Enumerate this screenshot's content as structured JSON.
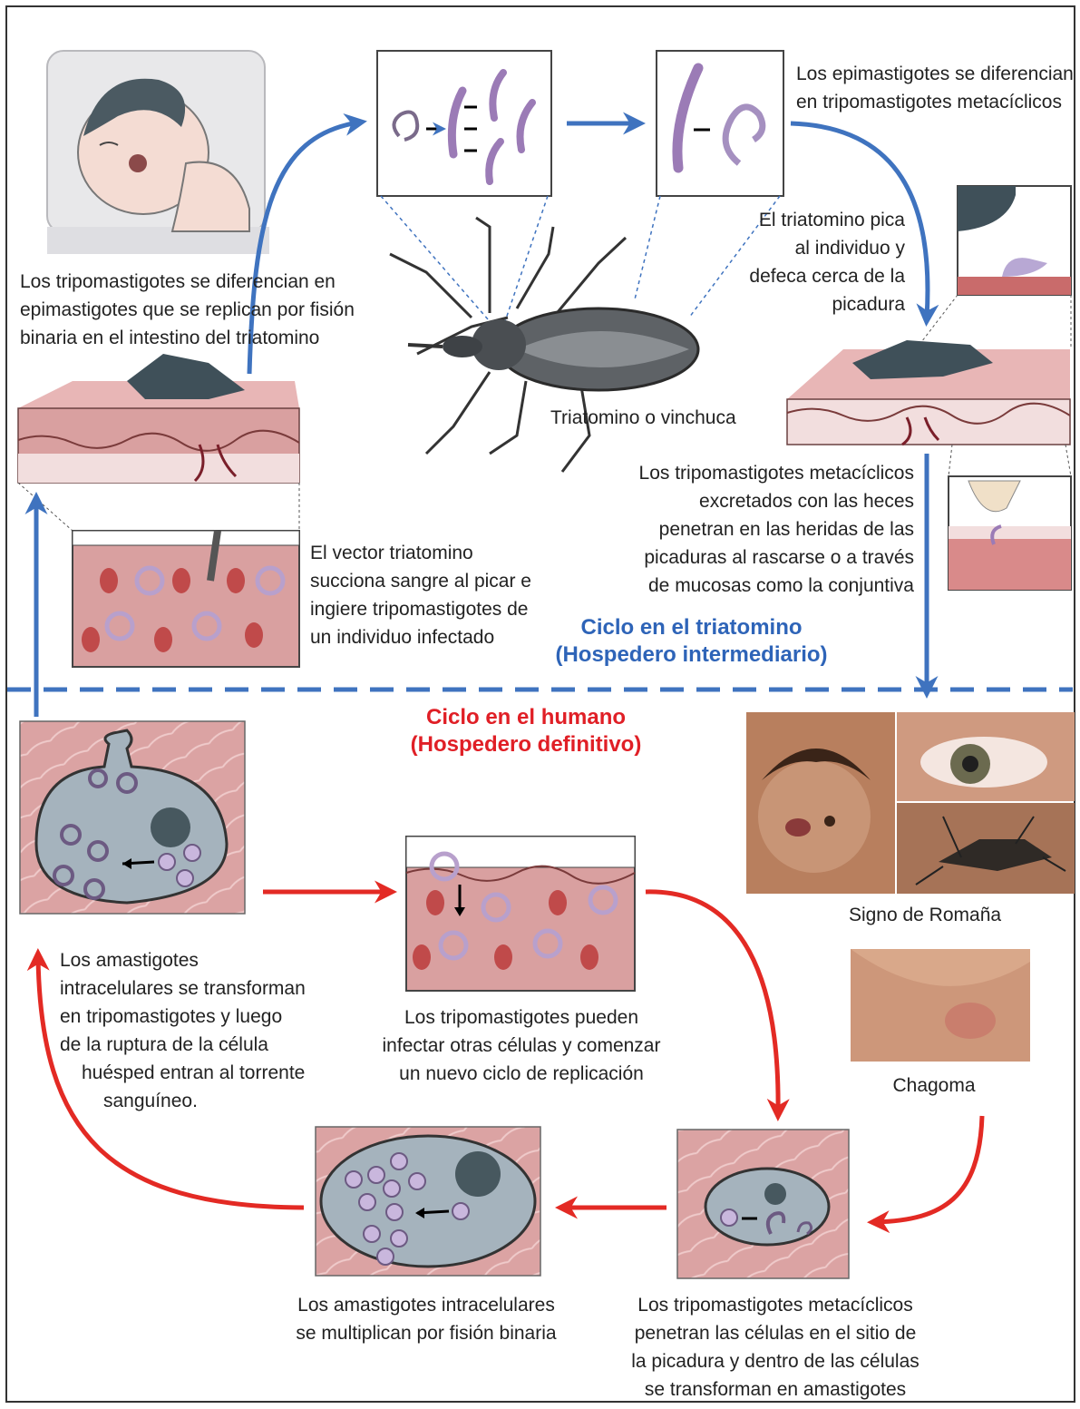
{
  "colors": {
    "blue_arrow": "#3f73bf",
    "red_arrow": "#e32a24",
    "tissue": "#d89a9a",
    "cell_gray": "#a5b3bd",
    "nucleus": "#47585f",
    "parasite": "#b8a0cc"
  },
  "vector_cycle": {
    "title_line1": "Ciclo en el triatomino",
    "title_line2": "(Hospedero intermediario)"
  },
  "human_cycle": {
    "title_line1": "Ciclo en el humano",
    "title_line2": "(Hospedero definitivo)"
  },
  "labels": {
    "epi_diff_1": "Los epimastigotes se diferencian",
    "epi_diff_2": "en tripomastigotes metacíclicos",
    "bite_1": "El triatomino pica",
    "bite_2": "al individuo y",
    "bite_3": "defeca cerca de la",
    "bite_4": "picadura",
    "tripo_epi_1": "Los tripomastigotes se diferencian en",
    "tripo_epi_2": "epimastigotes que se replican por fisión",
    "tripo_epi_3": "binaria en el intestino del triatomino",
    "bug_name": "Triatomino o vinchuca",
    "excreted_1": "Los tripomastigotes metacíclicos",
    "excreted_2": "excretados con las heces",
    "excreted_3": "penetran en las heridas de las",
    "excreted_4": "picaduras al rascarse o a través",
    "excreted_5": "de mucosas como la conjuntiva",
    "suck_1": "El vector triatomino",
    "suck_2": "succiona sangre al picar e",
    "suck_3": "ingiere tripomastigotes de",
    "suck_4": "un individuo infectado",
    "romana": "Signo de Romaña",
    "chagoma": "Chagoma",
    "amas_trans_1": "Los amastigotes",
    "amas_trans_2": "intracelulares se transforman",
    "amas_trans_3": "en tripomastigotes y luego",
    "amas_trans_4": "de la ruptura de la célula",
    "amas_trans_5": "huésped entran al torrente",
    "amas_trans_6": "sanguíneo.",
    "infect_1": "Los tripomastigotes pueden",
    "infect_2": "infectar otras células y comenzar",
    "infect_3": "un nuevo ciclo de replicación",
    "mult_1": "Los amastigotes intracelulares",
    "mult_2": "se multiplican por fisión binaria",
    "pen_1": "Los tripomastigotes metacíclicos",
    "pen_2": "penetran las células en el sitio de",
    "pen_3": "la picadura y dentro de las células",
    "pen_4": "se transforman en amastigotes"
  }
}
